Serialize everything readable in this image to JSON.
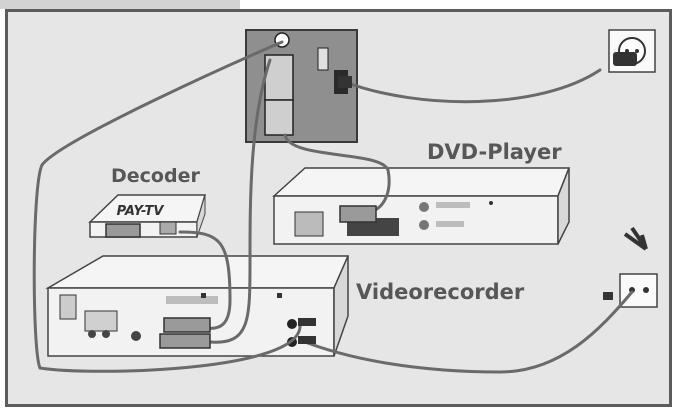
{
  "labels": {
    "dvd_player": "DVD-Player",
    "decoder": "Decoder",
    "videorecorder": "Videorecorder",
    "pay_tv": "PAY-TV"
  },
  "colors": {
    "background": "#e6e6e6",
    "frame": "#5c5c5c",
    "wall_panel": "#8f8f8f",
    "device_body": "#f2f2f2",
    "cable": "#6a6a6a",
    "label_text": "#575757"
  },
  "icons": [
    "power-plug-icon",
    "antenna-icon",
    "scart-plug-icon",
    "coax-plug-icon"
  ]
}
